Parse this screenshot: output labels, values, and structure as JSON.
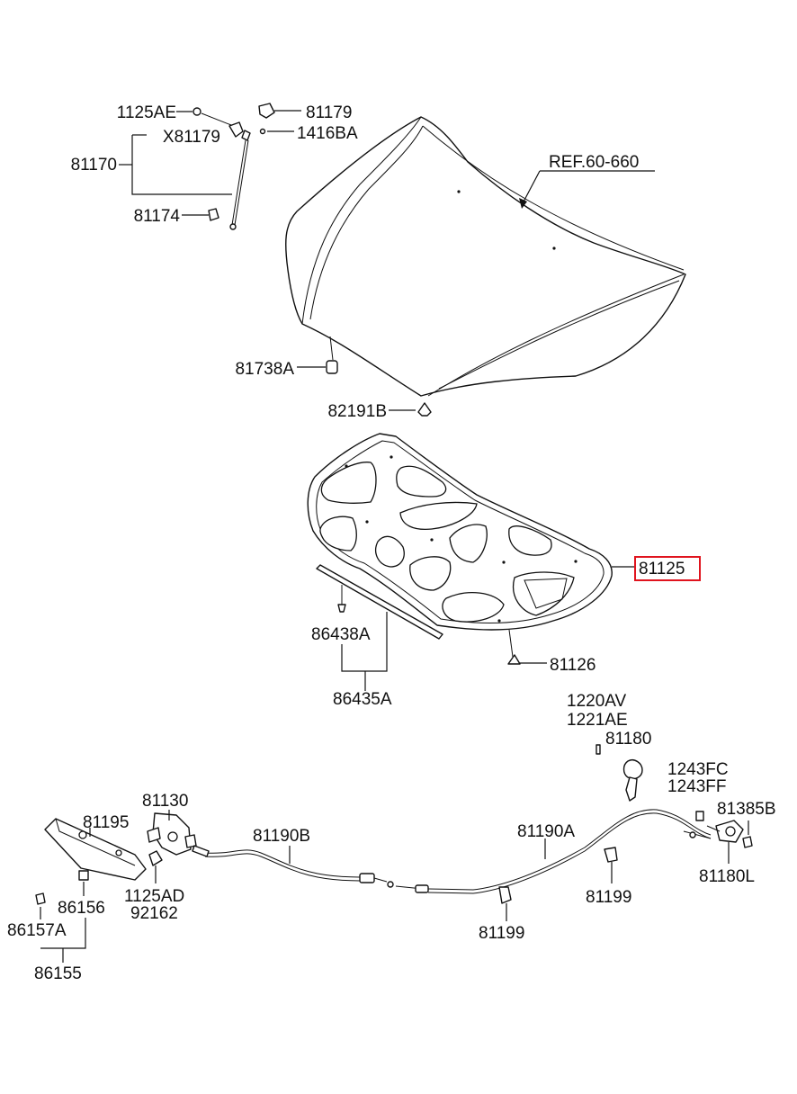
{
  "labels": {
    "p_1125AE": "1125AE",
    "p_81179": "81179",
    "p_X81179": "X81179",
    "p_1416BA": "1416BA",
    "p_81170": "81170",
    "p_81174": "81174",
    "p_REF": "REF.60-660",
    "p_81738A": "81738A",
    "p_82191B": "82191B",
    "p_81125": "81125",
    "p_86438A": "86438A",
    "p_81126": "81126",
    "p_86435A": "86435A",
    "p_1220AV": "1220AV",
    "p_1221AE": "1221AE",
    "p_81180": "81180",
    "p_1243FC": "1243FC",
    "p_1243FF": "1243FF",
    "p_81385B": "81385B",
    "p_81180L": "81180L",
    "p_81130": "81130",
    "p_81195": "81195",
    "p_81190B": "81190B",
    "p_81190A": "81190A",
    "p_81199_a": "81199",
    "p_81199_b": "81199",
    "p_1125AD": "1125AD",
    "p_92162": "92162",
    "p_86156": "86156",
    "p_86157A": "86157A",
    "p_86155": "86155"
  },
  "highlight": {
    "part": "81125",
    "color": "#e0141e"
  }
}
